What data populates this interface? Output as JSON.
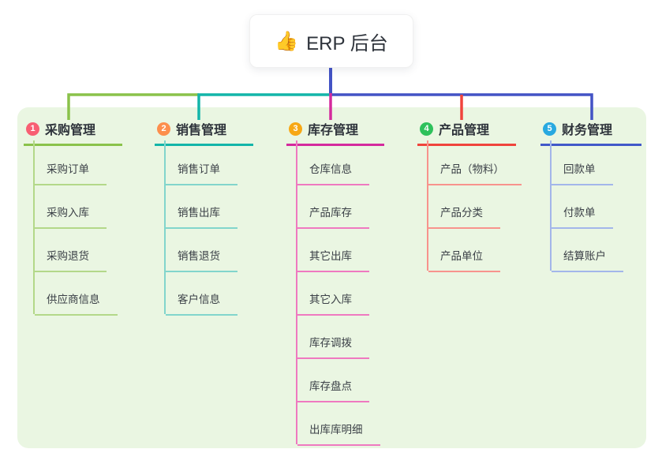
{
  "root": {
    "icon": "👍",
    "title": "ERP 后台"
  },
  "panel_background": "#eaf6e2",
  "trunk_color": "#4353c5",
  "branches": [
    {
      "number": "1",
      "title": "采购管理",
      "badge_color": "#f85f73",
      "line_color": "#8ac24a",
      "item_line_color": "#b3d889",
      "items": [
        "采购订单",
        "采购入库",
        "采购退货",
        "供应商信息"
      ]
    },
    {
      "number": "2",
      "title": "销售管理",
      "badge_color": "#fd8f4d",
      "line_color": "#13b5a9",
      "item_line_color": "#82d5cc",
      "items": [
        "销售订单",
        "销售出库",
        "销售退货",
        "客户信息"
      ]
    },
    {
      "number": "3",
      "title": "库存管理",
      "badge_color": "#f7a815",
      "line_color": "#d42a9d",
      "item_line_color": "#ef79c0",
      "items": [
        "仓库信息",
        "产品库存",
        "其它出库",
        "其它入库",
        "库存调拨",
        "库存盘点",
        "出库库明细"
      ]
    },
    {
      "number": "4",
      "title": "产品管理",
      "badge_color": "#2ec15c",
      "line_color": "#f0443c",
      "item_line_color": "#f8938d",
      "items": [
        "产品（物料）",
        "产品分类",
        "产品单位"
      ]
    },
    {
      "number": "5",
      "title": "财务管理",
      "badge_color": "#28a9e0",
      "line_color": "#4159c9",
      "item_line_color": "#a3b6ea",
      "items": [
        "回款单",
        "付款单",
        "结算账户"
      ]
    }
  ]
}
